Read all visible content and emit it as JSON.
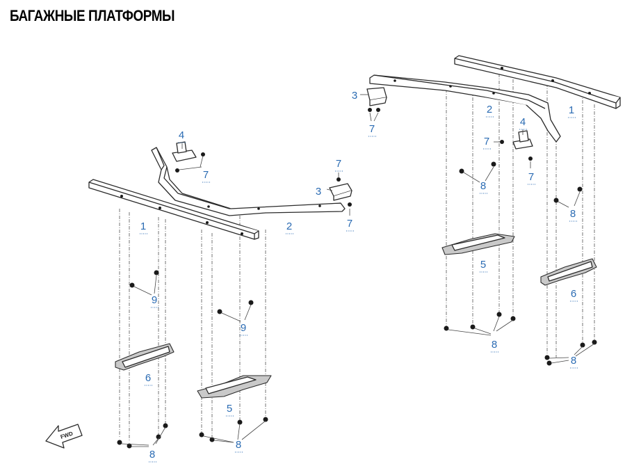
{
  "title": "БАГАЖНЫЕ ПЛАТФОРМЫ",
  "fwd_label": "FWD",
  "callouts": {
    "left": {
      "c1": "1",
      "c2": "2",
      "c3": "3",
      "c4": "4",
      "c5": "5",
      "c6": "6",
      "c7a": "7",
      "c7b": "7",
      "c7c": "7",
      "c8a": "8",
      "c8b": "8",
      "c9a": "9",
      "c9b": "9"
    },
    "right": {
      "c1": "1",
      "c2": "2",
      "c3": "3",
      "c4": "4",
      "c5": "5",
      "c6": "6",
      "c7a": "7",
      "c7b": "7",
      "c7c": "7",
      "c8a": "8",
      "c8b": "8",
      "c8c": "8",
      "c8d": "8"
    }
  }
}
